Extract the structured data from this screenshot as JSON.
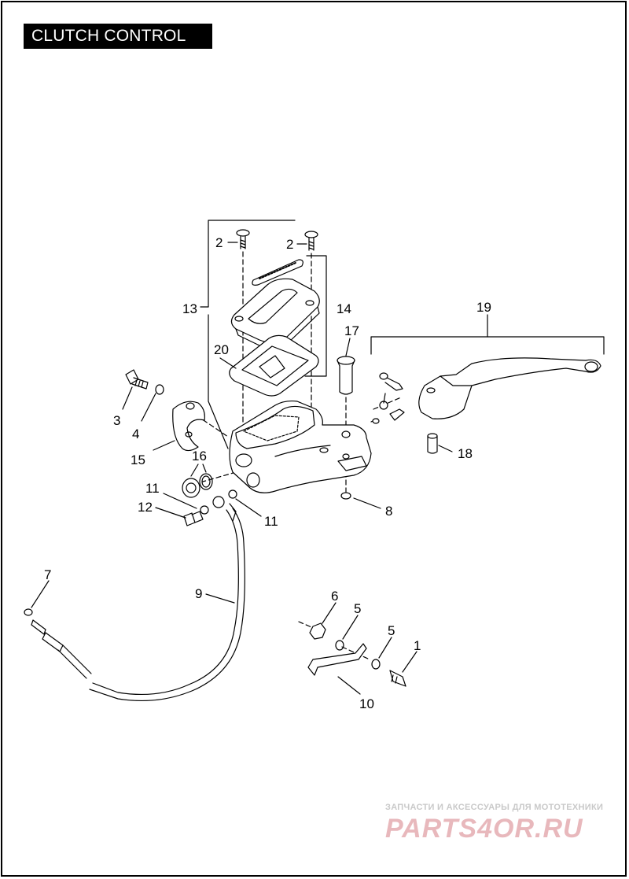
{
  "title": "CLUTCH CONTROL",
  "callouts": [
    "2",
    "2",
    "13",
    "14",
    "20",
    "17",
    "19",
    "3",
    "4",
    "15",
    "16",
    "11",
    "12",
    "11",
    "8",
    "18",
    "7",
    "9",
    "6",
    "5",
    "5",
    "1",
    "10"
  ],
  "watermark": {
    "line1": "ЗАПЧАСТИ И АКСЕССУАРЫ ДЛЯ МОТОТЕХНИКИ",
    "logo": "PARTS4OR.RU"
  }
}
